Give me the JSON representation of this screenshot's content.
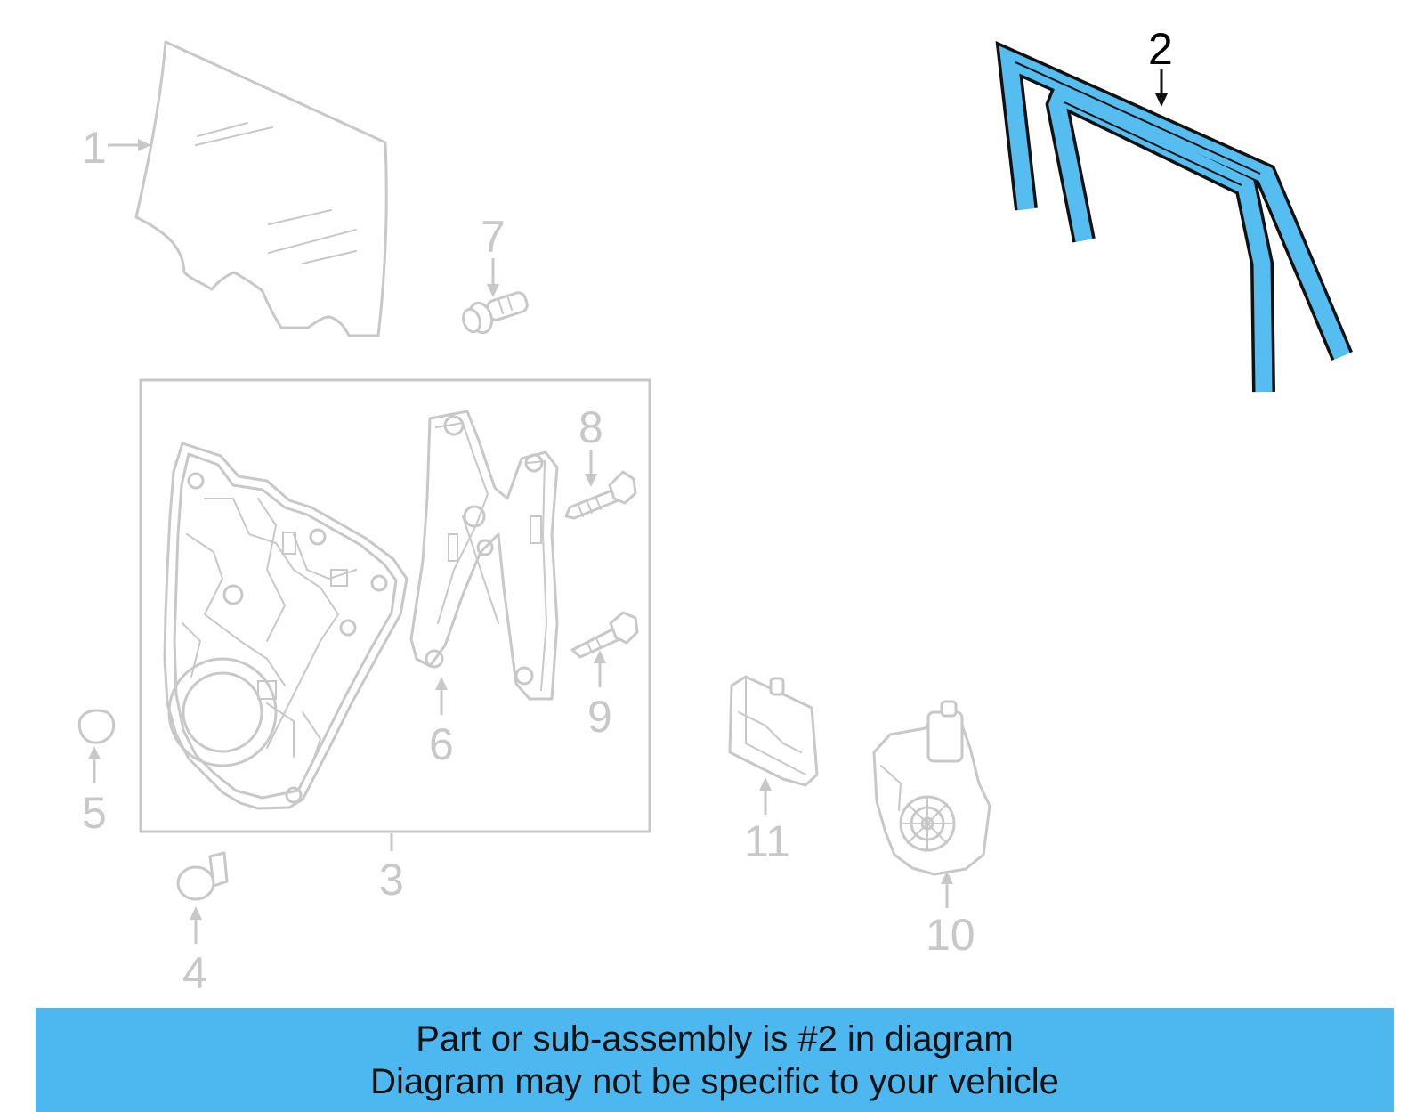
{
  "callouts": [
    {
      "id": "1",
      "label": "1",
      "highlighted": false
    },
    {
      "id": "2",
      "label": "2",
      "highlighted": true
    },
    {
      "id": "3",
      "label": "3",
      "highlighted": false
    },
    {
      "id": "4",
      "label": "4",
      "highlighted": false
    },
    {
      "id": "5",
      "label": "5",
      "highlighted": false
    },
    {
      "id": "6",
      "label": "6",
      "highlighted": false
    },
    {
      "id": "7",
      "label": "7",
      "highlighted": false
    },
    {
      "id": "8",
      "label": "8",
      "highlighted": false
    },
    {
      "id": "9",
      "label": "9",
      "highlighted": false
    },
    {
      "id": "10",
      "label": "10",
      "highlighted": false
    },
    {
      "id": "11",
      "label": "11",
      "highlighted": false
    }
  ],
  "banner": {
    "line1": "Part or sub-assembly is #2 in diagram",
    "line2": "Diagram may not be specific to your vehicle"
  },
  "colors": {
    "highlight": "#55bdf0",
    "banner_bg": "#4db8f0",
    "parts_gray": "#c8c8c8",
    "text": "#111111"
  }
}
